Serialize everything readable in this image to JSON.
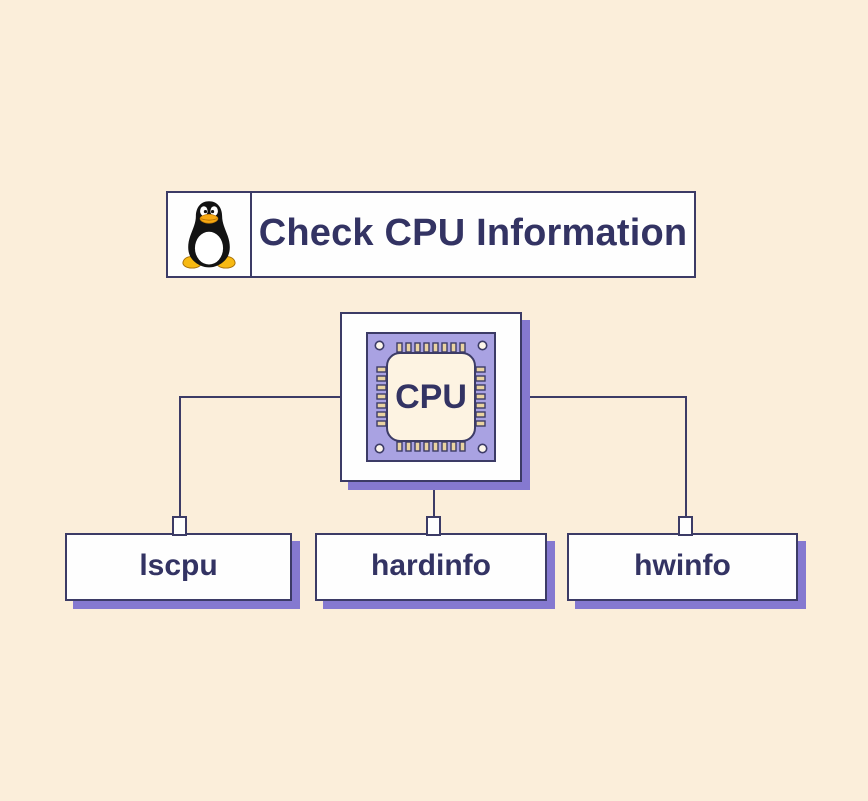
{
  "header": {
    "title": "Check CPU Information",
    "logo": "linux-tux-penguin"
  },
  "chip": {
    "label": "CPU"
  },
  "tools": [
    {
      "label": "lscpu"
    },
    {
      "label": "hardinfo"
    },
    {
      "label": "hwinfo"
    }
  ],
  "colors": {
    "background": "#fbeeda",
    "ink": "#3c3b66",
    "text": "#333363",
    "shadow": "#8579d0",
    "chip": "#a9a2e2",
    "chipface": "#fdf3e2",
    "pin": "#e9d3a2"
  }
}
